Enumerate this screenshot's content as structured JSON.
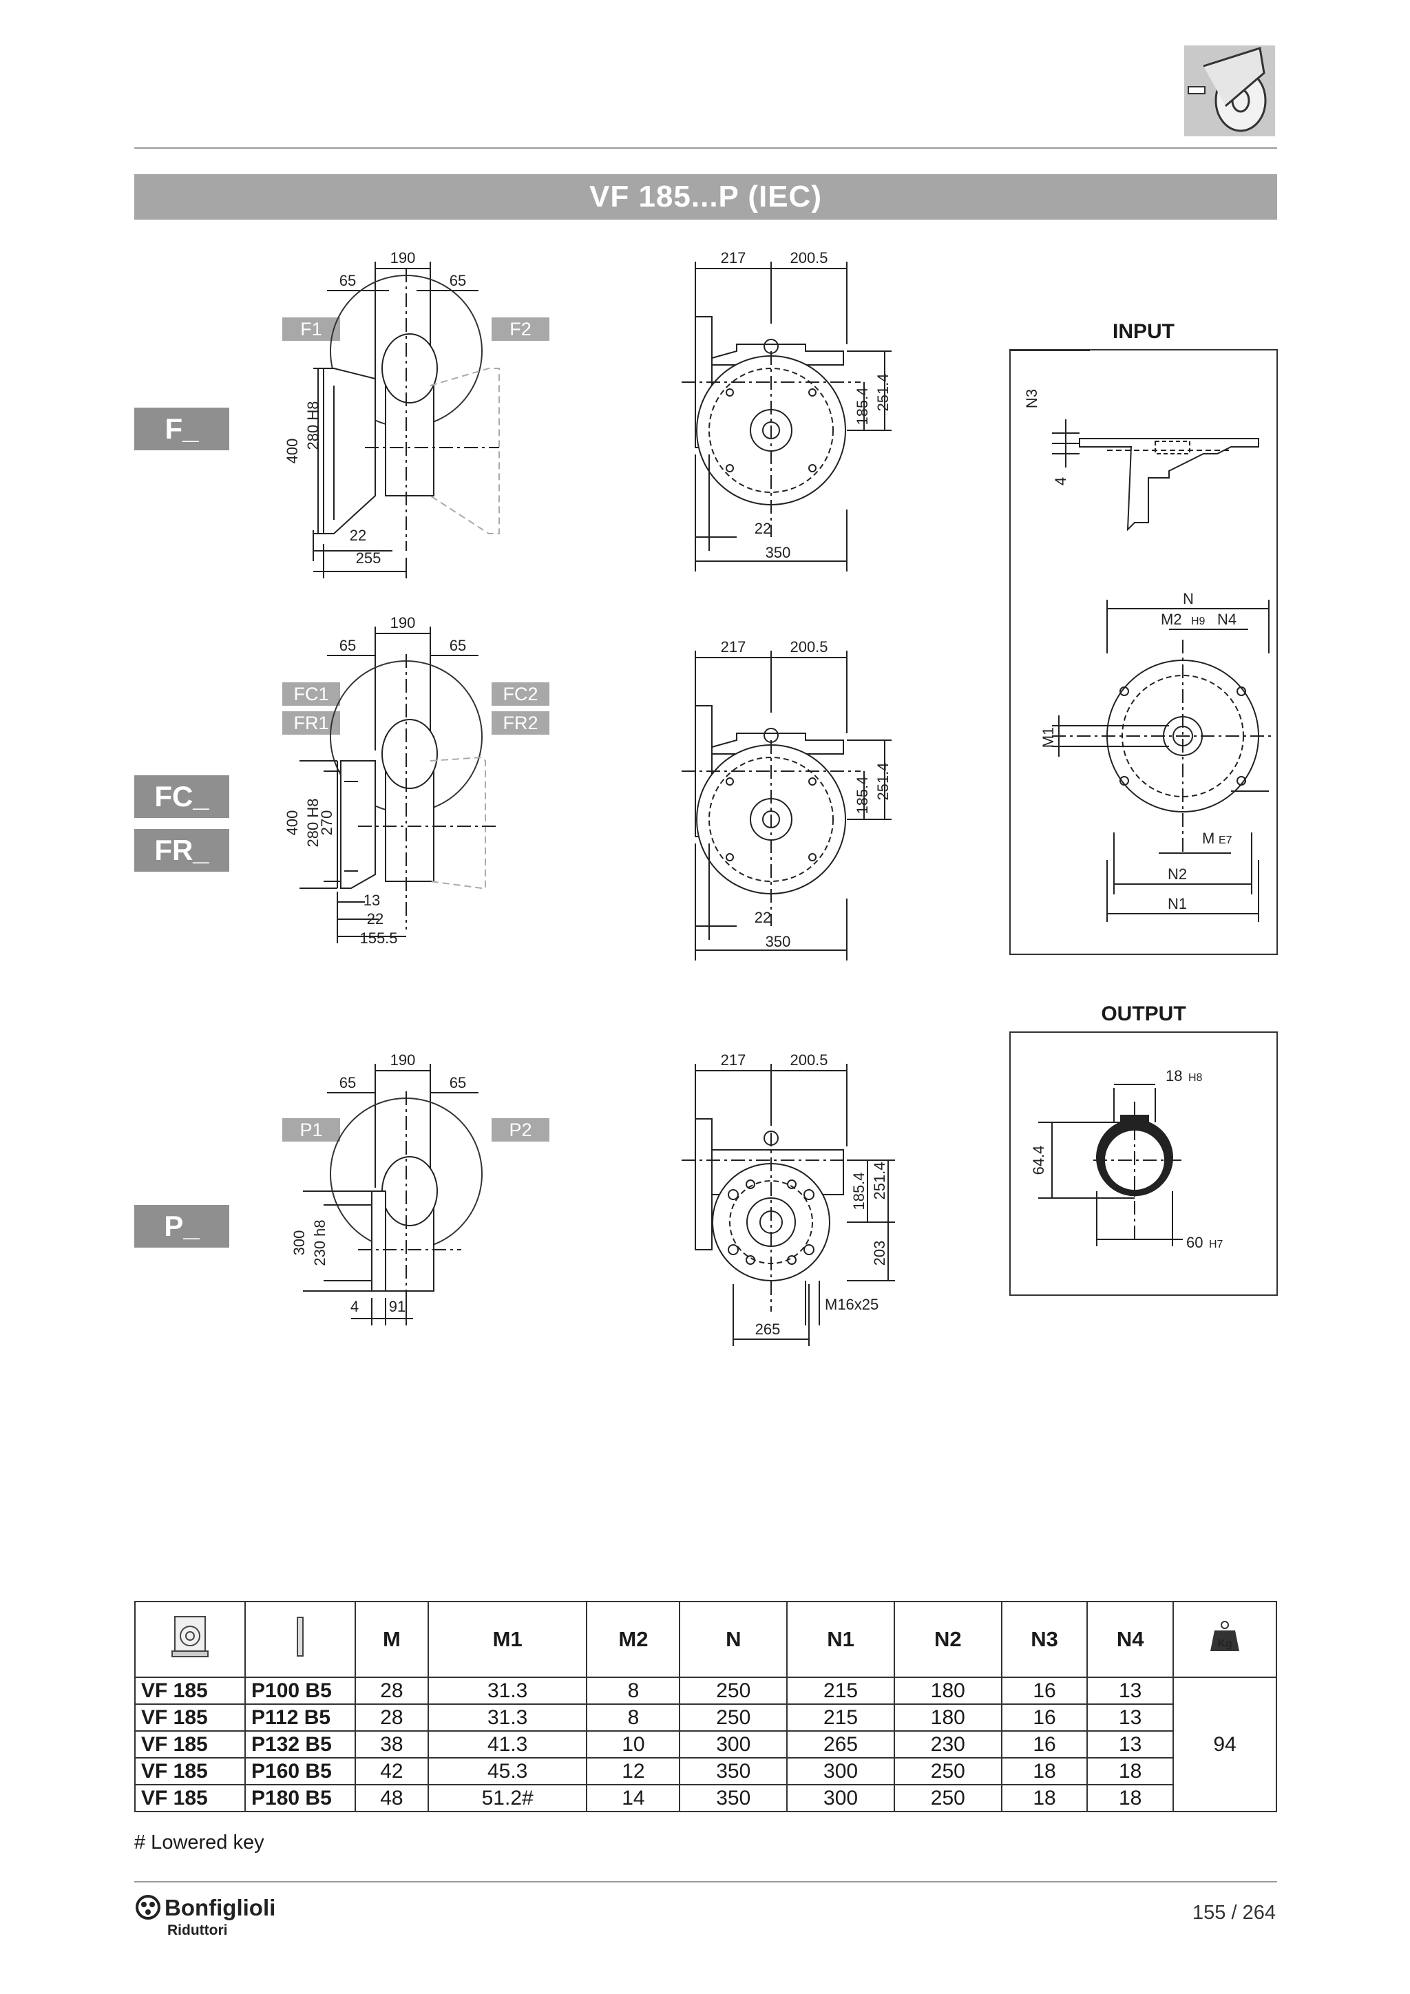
{
  "title": "VF 185...P (IEC)",
  "sections": [
    {
      "id": "f",
      "label": "F_",
      "positions": [
        "F1",
        "F2"
      ]
    },
    {
      "id": "fc",
      "labels": [
        "FC_",
        "FR_"
      ],
      "positions": [
        "FC1",
        "FR1",
        "FC2",
        "FR2"
      ]
    },
    {
      "id": "p",
      "label": "P_",
      "positions": [
        "P1",
        "P2"
      ]
    }
  ],
  "dims_f_side": {
    "top": "190",
    "left": "65",
    "right": "65",
    "h1": "400",
    "h2": "280 H8",
    "b1": "22",
    "b2": "255"
  },
  "dims_f_front": {
    "w1": "217",
    "w2": "200.5",
    "h1": "185.4",
    "h2": "251.4",
    "b1": "22",
    "b2": "350"
  },
  "dims_fc_side": {
    "top": "190",
    "left": "65",
    "right": "65",
    "h1": "400",
    "h2": "280 H8",
    "h3": "270",
    "b1": "13",
    "b2": "22",
    "b3": "155.5"
  },
  "dims_fc_front": {
    "w1": "217",
    "w2": "200.5",
    "h1": "185.4",
    "h2": "251.4",
    "b1": "22",
    "b2": "350"
  },
  "dims_p_side": {
    "top": "190",
    "left": "65",
    "right": "65",
    "h1": "300",
    "h2": "230 h8",
    "b1": "4",
    "b2": "91"
  },
  "dims_p_front": {
    "w1": "217",
    "w2": "200.5",
    "h1": "185.4",
    "h2": "251.4",
    "h3": "203",
    "thread": "M16x25",
    "b1": "265"
  },
  "input": {
    "title": "INPUT",
    "n3": "N3",
    "d4": "4",
    "n": "N",
    "m2": "M2",
    "m2tol": "H9",
    "n4": "N4",
    "m1": "M1",
    "m": "M",
    "mtol": "E7",
    "n2": "N2",
    "n1": "N1"
  },
  "output": {
    "title": "OUTPUT",
    "key": "18",
    "keytol": "H8",
    "height": "64.4",
    "bore": "60",
    "boretol": "H7"
  },
  "table": {
    "headers": [
      "M",
      "M1",
      "M2",
      "N",
      "N1",
      "N2",
      "N3",
      "N4"
    ],
    "weight_unit": "Kg",
    "rows": [
      {
        "model": "VF 185",
        "motor": "P100 B5",
        "values": [
          "28",
          "31.3",
          "8",
          "250",
          "215",
          "180",
          "16",
          "13"
        ]
      },
      {
        "model": "VF 185",
        "motor": "P112 B5",
        "values": [
          "28",
          "31.3",
          "8",
          "250",
          "215",
          "180",
          "16",
          "13"
        ]
      },
      {
        "model": "VF 185",
        "motor": "P132 B5",
        "values": [
          "38",
          "41.3",
          "10",
          "300",
          "265",
          "230",
          "16",
          "13"
        ]
      },
      {
        "model": "VF 185",
        "motor": "P160 B5",
        "values": [
          "42",
          "45.3",
          "12",
          "350",
          "300",
          "250",
          "18",
          "18"
        ]
      },
      {
        "model": "VF 185",
        "motor": "P180 B5",
        "values": [
          "48",
          "51.2#",
          "14",
          "350",
          "300",
          "250",
          "18",
          "18"
        ]
      }
    ],
    "weight": "94"
  },
  "footnote": "# Lowered key",
  "brand": {
    "name": "Bonfiglioli",
    "sub": "Riduttori"
  },
  "page": "155 / 264"
}
